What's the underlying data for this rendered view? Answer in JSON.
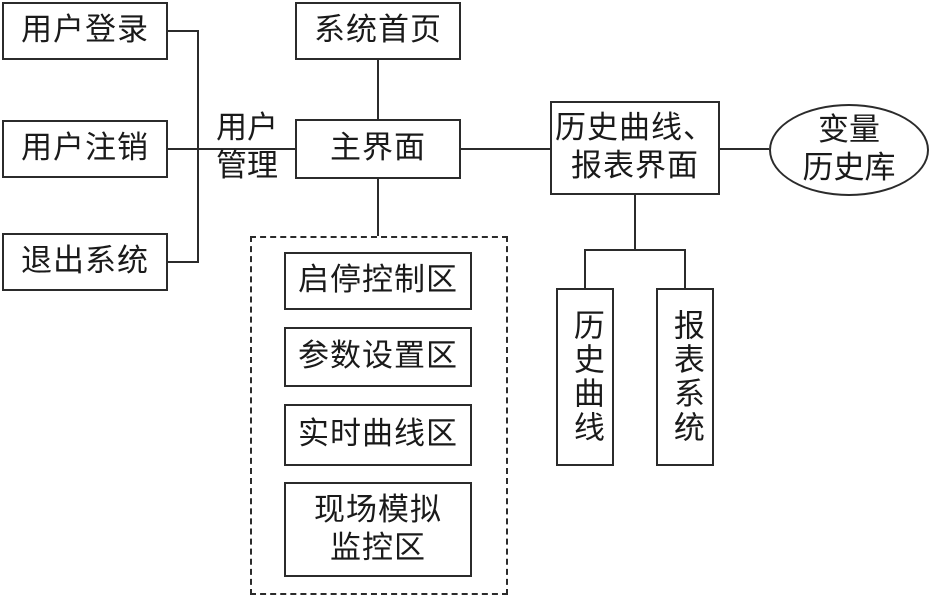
{
  "nodes": {
    "user_login": "用户登录",
    "user_register": "用户注销",
    "exit_system": "退出系统",
    "user_manage": "用户\n管理",
    "system_home": "系统首页",
    "main_interface": "主界面",
    "history_report_ui": "历史曲线、\n报表界面",
    "variable_history_db": "变量\n历史库",
    "start_stop_area": "启停控制区",
    "param_setting_area": "参数设置区",
    "realtime_curve_area": "实时曲线区",
    "field_sim_area": "现场模拟\n监控区",
    "history_curve": "历史曲线",
    "report_system": "报表系统"
  }
}
